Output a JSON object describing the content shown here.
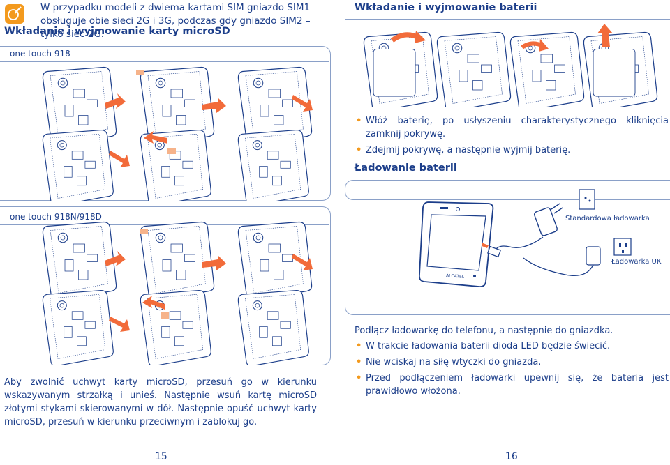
{
  "note": {
    "text": "W przypadku modeli z dwiema kartami SIM gniazdo SIM1 obsługuje obie sieci 2G i 3G, podczas gdy gniazdo SIM2 – tylko sieć 2G.",
    "icon": "note-pen-icon"
  },
  "left": {
    "heading": "Wkładanie i wyjmowanie karty microSD",
    "model1_label": "one touch 918",
    "model2_label": "one touch 918N/918D",
    "paragraph": "Aby zwolnić uchwyt karty microSD, przesuń go w kierunku wskazywanym strzałką i unieś. Następnie wsuń kartę microSD złotymi stykami skierowanymi w dół. Następnie opuść uchwyt karty microSD, przesuń w kierunku przeciwnym i zablokuj go.",
    "page_number": "15"
  },
  "right": {
    "heading": "Wkładanie i wyjmowanie baterii",
    "bullets": [
      "Włóż baterię, po usłyszeniu charakterystycznego kliknięcia zamknij pokrywę.",
      "Zdejmij pokrywę, a następnie wyjmij baterię."
    ],
    "charging_heading": "Ładowanie baterii",
    "charger_label_standard": "Standardowa ładowarka",
    "charger_label_uk": "Ładowarka UK",
    "phone_brand": "ALCATEL",
    "charging_intro": "Podłącz ładowarkę do telefonu, a następnie do gniazdka.",
    "charging_bullets": [
      "W trakcie ładowania baterii dioda LED będzie świecić.",
      "Nie wciskaj na siłę wtyczki do gniazda.",
      "Przed podłączeniem ładowarki upewnij się, że bateria jest prawidłowo włożona."
    ],
    "page_number": "16"
  },
  "colors": {
    "text": "#1c3e8a",
    "accent": "#f39a1e",
    "arrow": "#f26b3a",
    "line": "#1c3e8a",
    "box_border": "#8aa0c8"
  }
}
